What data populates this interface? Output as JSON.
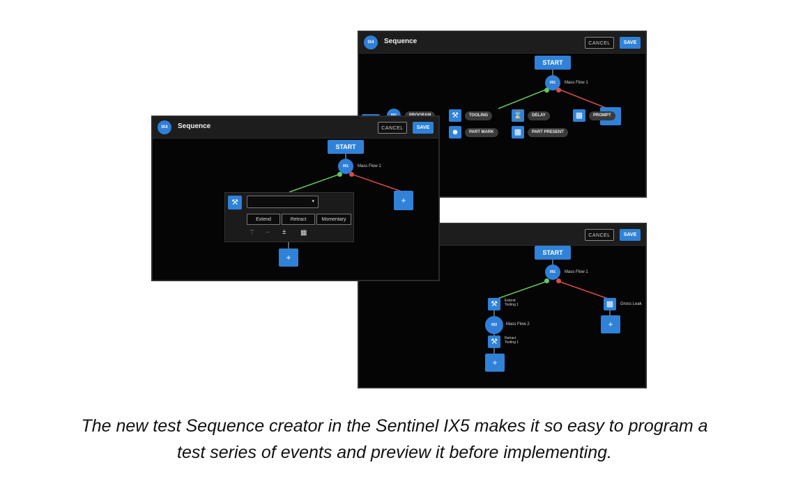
{
  "screenA": {
    "badge": "IX4",
    "title": "Sequence",
    "cancel_label": "CANCEL",
    "save_label": "SAVE",
    "start_label": "START",
    "node_id": "001",
    "node_label": "Mass Flow 1",
    "partial_badge": "001",
    "partial_pill": "PROGRAM",
    "options": [
      {
        "icon": "tools-icon",
        "label": "TOOLING"
      },
      {
        "icon": "hourglass-icon",
        "label": "DELAY"
      },
      {
        "icon": "prompt-icon",
        "label": "PROMPT"
      },
      {
        "icon": "part-mark-icon",
        "label": "PART MARK"
      },
      {
        "icon": "part-present-icon",
        "label": "PART PRESENT"
      }
    ]
  },
  "screenB": {
    "badge": "IX4",
    "title": "Sequence",
    "cancel_label": "CANCEL",
    "save_label": "SAVE",
    "start_label": "START",
    "node_id": "001",
    "node_label": "Mass Flow 1",
    "segments": [
      "Extend",
      "Retract",
      "Momentary"
    ],
    "add_label": "+"
  },
  "screenC": {
    "cancel_label": "CANCEL",
    "save_label": "SAVE",
    "start_label": "START",
    "node1_id": "001",
    "node1_label": "Mass Flow 1",
    "step1_line1": "Extend",
    "step1_line2": "Tooling 1",
    "node2_id": "002",
    "node2_label": "Mass Flow 2",
    "step2_line1": "Retract",
    "step2_line2": "Tooling 1",
    "right_label": "Gross Leak",
    "add_label": "+"
  },
  "caption_line1": "The new test Sequence creator in the Sentinel IX5 makes it so easy to program a",
  "caption_line2": "test series of events and preview it before implementing."
}
